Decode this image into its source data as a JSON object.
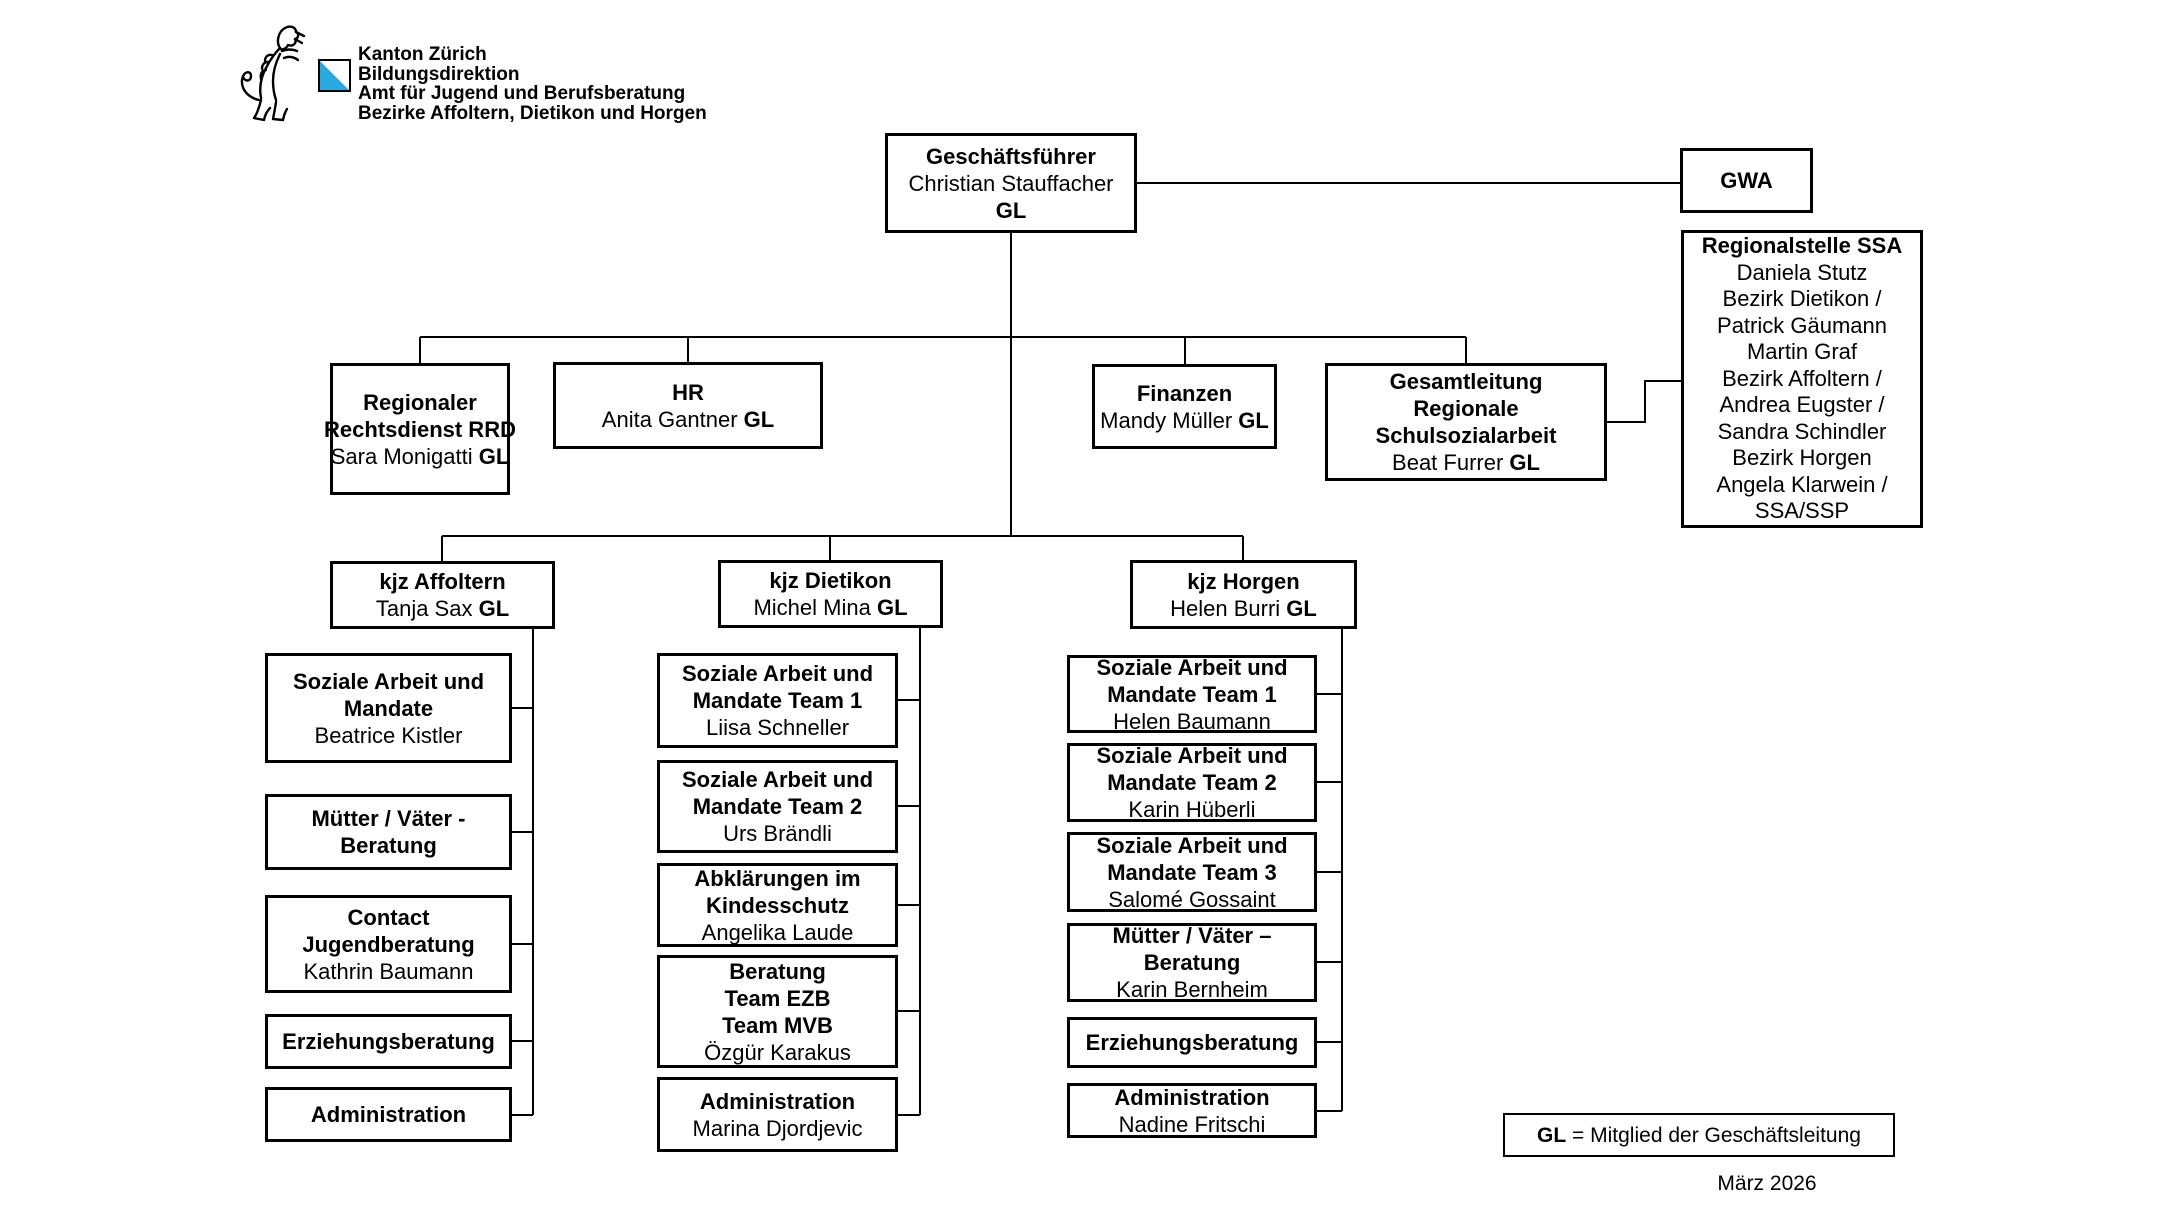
{
  "header": {
    "org_lines": [
      "Kanton Zürich",
      "Bildungsdirektion",
      "Amt für Jugend und Berufsberatung",
      "Bezirke Affoltern, Dietikon und Horgen"
    ],
    "flag_blue": "#29A9E0"
  },
  "nodes": {
    "gf": {
      "lines": [
        [
          {
            "t": "Geschäftsführer",
            "b": 1
          }
        ],
        [
          {
            "t": "Christian Stauffacher"
          }
        ],
        [
          {
            "t": "GL",
            "b": 1
          }
        ]
      ]
    },
    "gwa": {
      "lines": [
        [
          {
            "t": "GWA",
            "b": 1
          }
        ]
      ]
    },
    "ssa": {
      "lines": [
        [
          {
            "t": "Regionalstelle SSA",
            "b": 1
          }
        ],
        [
          {
            "t": "Daniela Stutz"
          }
        ],
        [
          {
            "t": "Bezirk Dietikon /"
          }
        ],
        [
          {
            "t": "Patrick Gäumann"
          }
        ],
        [
          {
            "t": "Martin Graf"
          }
        ],
        [
          {
            "t": "Bezirk Affoltern /"
          }
        ],
        [
          {
            "t": "Andrea Eugster /"
          }
        ],
        [
          {
            "t": "Sandra Schindler"
          }
        ],
        [
          {
            "t": "Bezirk Horgen"
          }
        ],
        [
          {
            "t": "Angela Klarwein /"
          }
        ],
        [
          {
            "t": "SSA/SSP"
          }
        ]
      ]
    },
    "rrd": {
      "lines": [
        [
          {
            "t": "Regionaler",
            "b": 1
          }
        ],
        [
          {
            "t": "Rechtsdienst RRD",
            "b": 1
          }
        ],
        [
          {
            "t": "Sara Monigatti "
          },
          {
            "t": "GL",
            "b": 1
          }
        ]
      ]
    },
    "hr": {
      "lines": [
        [
          {
            "t": "HR",
            "b": 1
          }
        ],
        [
          {
            "t": "Anita Gantner "
          },
          {
            "t": "GL",
            "b": 1
          }
        ]
      ]
    },
    "fin": {
      "lines": [
        [
          {
            "t": "Finanzen",
            "b": 1
          }
        ],
        [
          {
            "t": "Mandy Müller "
          },
          {
            "t": "GL",
            "b": 1
          }
        ]
      ]
    },
    "gsl": {
      "lines": [
        [
          {
            "t": "Gesamtleitung",
            "b": 1
          }
        ],
        [
          {
            "t": "Regionale",
            "b": 1
          }
        ],
        [
          {
            "t": "Schulsozialarbeit",
            "b": 1
          }
        ],
        [
          {
            "t": "Beat Furrer "
          },
          {
            "t": "GL",
            "b": 1
          }
        ]
      ]
    },
    "kjz_affoltern": {
      "lines": [
        [
          {
            "t": "kjz Affoltern",
            "b": 1
          }
        ],
        [
          {
            "t": "Tanja Sax "
          },
          {
            "t": "GL",
            "b": 1
          }
        ]
      ]
    },
    "kjz_dietikon": {
      "lines": [
        [
          {
            "t": "kjz Dietikon",
            "b": 1
          }
        ],
        [
          {
            "t": "Michel Mina "
          },
          {
            "t": "GL",
            "b": 1
          }
        ]
      ]
    },
    "kjz_horgen": {
      "lines": [
        [
          {
            "t": "kjz Horgen",
            "b": 1
          }
        ],
        [
          {
            "t": "Helen Burri "
          },
          {
            "t": "GL",
            "b": 1
          }
        ]
      ]
    },
    "a1": {
      "lines": [
        [
          {
            "t": "Soziale Arbeit und",
            "b": 1
          }
        ],
        [
          {
            "t": "Mandate",
            "b": 1
          }
        ],
        [
          {
            "t": "Beatrice Kistler"
          }
        ]
      ]
    },
    "a2": {
      "lines": [
        [
          {
            "t": "Mütter / Väter -",
            "b": 1
          }
        ],
        [
          {
            "t": "Beratung",
            "b": 1
          }
        ]
      ]
    },
    "a3": {
      "lines": [
        [
          {
            "t": "Contact",
            "b": 1
          }
        ],
        [
          {
            "t": "Jugendberatung",
            "b": 1
          }
        ],
        [
          {
            "t": "Kathrin Baumann"
          }
        ]
      ]
    },
    "a4": {
      "lines": [
        [
          {
            "t": "Erziehungsberatung",
            "b": 1
          }
        ]
      ]
    },
    "a5": {
      "lines": [
        [
          {
            "t": "Administration",
            "b": 1
          }
        ]
      ]
    },
    "d1": {
      "lines": [
        [
          {
            "t": "Soziale Arbeit und",
            "b": 1
          }
        ],
        [
          {
            "t": "Mandate Team 1",
            "b": 1
          }
        ],
        [
          {
            "t": "Liisa Schneller"
          }
        ]
      ]
    },
    "d2": {
      "lines": [
        [
          {
            "t": "Soziale Arbeit und",
            "b": 1
          }
        ],
        [
          {
            "t": "Mandate Team 2",
            "b": 1
          }
        ],
        [
          {
            "t": "Urs Brändli"
          }
        ]
      ]
    },
    "d3": {
      "lines": [
        [
          {
            "t": "Abklärungen im",
            "b": 1
          }
        ],
        [
          {
            "t": "Kindesschutz",
            "b": 1
          }
        ],
        [
          {
            "t": "Angelika Laude"
          }
        ]
      ]
    },
    "d4": {
      "lines": [
        [
          {
            "t": "Beratung",
            "b": 1
          }
        ],
        [
          {
            "t": "Team EZB",
            "b": 1
          }
        ],
        [
          {
            "t": "Team MVB",
            "b": 1
          }
        ],
        [
          {
            "t": "Özgür Karakus"
          }
        ]
      ]
    },
    "d5": {
      "lines": [
        [
          {
            "t": "Administration",
            "b": 1
          }
        ],
        [
          {
            "t": "Marina Djordjevic"
          }
        ]
      ]
    },
    "h1": {
      "lines": [
        [
          {
            "t": "Soziale Arbeit und",
            "b": 1
          }
        ],
        [
          {
            "t": "Mandate Team 1",
            "b": 1
          }
        ],
        [
          {
            "t": "Helen Baumann"
          }
        ]
      ]
    },
    "h2": {
      "lines": [
        [
          {
            "t": "Soziale Arbeit und",
            "b": 1
          }
        ],
        [
          {
            "t": "Mandate Team 2",
            "b": 1
          }
        ],
        [
          {
            "t": "Karin Hüberli"
          }
        ]
      ]
    },
    "h3": {
      "lines": [
        [
          {
            "t": "Soziale Arbeit und",
            "b": 1
          }
        ],
        [
          {
            "t": "Mandate Team 3",
            "b": 1
          }
        ],
        [
          {
            "t": "Salomé Gossaint"
          }
        ]
      ]
    },
    "h4": {
      "lines": [
        [
          {
            "t": "Mütter / Väter –",
            "b": 1
          }
        ],
        [
          {
            "t": "Beratung",
            "b": 1
          }
        ],
        [
          {
            "t": "Karin Bernheim"
          }
        ]
      ]
    },
    "h5": {
      "lines": [
        [
          {
            "t": "Erziehungsberatung",
            "b": 1
          }
        ]
      ]
    },
    "h6": {
      "lines": [
        [
          {
            "t": "Administration",
            "b": 1
          }
        ],
        [
          {
            "t": "Nadine Fritschi"
          }
        ]
      ]
    }
  },
  "legend": {
    "lines": [
      [
        {
          "t": "GL",
          "b": 1
        },
        {
          "t": " = Mitglied der Geschäftsleitung"
        }
      ]
    ]
  },
  "date": "März 2026"
}
